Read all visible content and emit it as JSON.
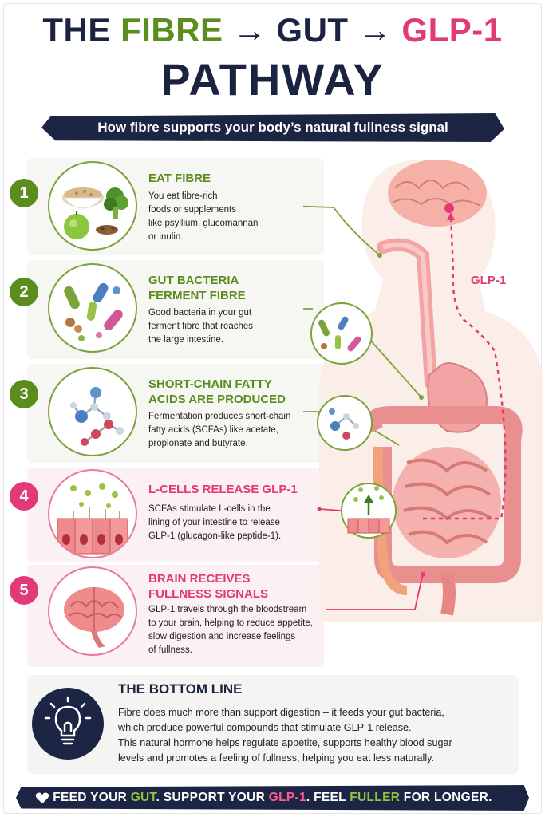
{
  "title": {
    "word1": "THE",
    "word2": "FIBRE",
    "arrow1": "→",
    "word3": "GUT",
    "arrow2": "→",
    "word4": "GLP-1",
    "line2": "PATHWAY"
  },
  "subtitle": "How fibre supports your body’s natural fullness signal",
  "steps": [
    {
      "number": "1",
      "title_line1": "EAT FIBRE",
      "title_line2": "",
      "body": [
        "You eat fibre-rich",
        "foods or supplements",
        "like psyllium, glucomannan",
        "or inulin."
      ]
    },
    {
      "number": "2",
      "title_line1": "GUT BACTERIA",
      "title_line2": "FERMENT FIBRE",
      "body": [
        "Good bacteria in your gut",
        "ferment fibre that reaches",
        "the large intestine."
      ]
    },
    {
      "number": "3",
      "title_line1": "SHORT-CHAIN FATTY",
      "title_line2": "ACIDS ARE PRODUCED",
      "body": [
        "Fermentation produces short-chain",
        "fatty acids (SCFAs) like acetate,",
        "propionate and butyrate."
      ]
    },
    {
      "number": "4",
      "title_line1": "L-CELLS RELEASE GLP-1",
      "title_line2": "",
      "body": [
        "SCFAs stimulate L-cells in the",
        "lining of your intestine to release",
        "GLP-1 (glucagon-like peptide-1)."
      ]
    },
    {
      "number": "5",
      "title_line1": "BRAIN RECEIVES",
      "title_line2": "FULLNESS SIGNALS",
      "body": [
        "GLP-1 travels through the bloodstream",
        "to your brain, helping to reduce appetite,",
        "slow digestion and increase feelings",
        "of fullness."
      ]
    }
  ],
  "diagram": {
    "glp1_label": "GLP-1"
  },
  "bottom_line": {
    "title": "THE BOTTOM LINE",
    "body": [
      "Fibre does much more than support digestion – it feeds your gut bacteria,",
      "which produce powerful compounds that stimulate GLP-1 release.",
      "This natural hormone helps regulate appetite, supports healthy blood sugar",
      "levels and promotes a feeling of fullness, helping you eat less naturally."
    ]
  },
  "footer": {
    "p1": "FEED YOUR ",
    "p2": "GUT",
    "p3": ". SUPPORT YOUR ",
    "p4": "GLP-1",
    "p5": ". FEEL ",
    "p6": "FULLER",
    "p7": " FOR LONGER."
  },
  "icons": [
    "heart-icon",
    "lightbulb-icon",
    "brain-icon",
    "bacteria-icon",
    "molecule-icon",
    "l-cell-icon",
    "fibre-foods-icon"
  ],
  "colors": {
    "navy": "#1d2544",
    "green": "#5b8c1e",
    "pink": "#e23a76"
  }
}
